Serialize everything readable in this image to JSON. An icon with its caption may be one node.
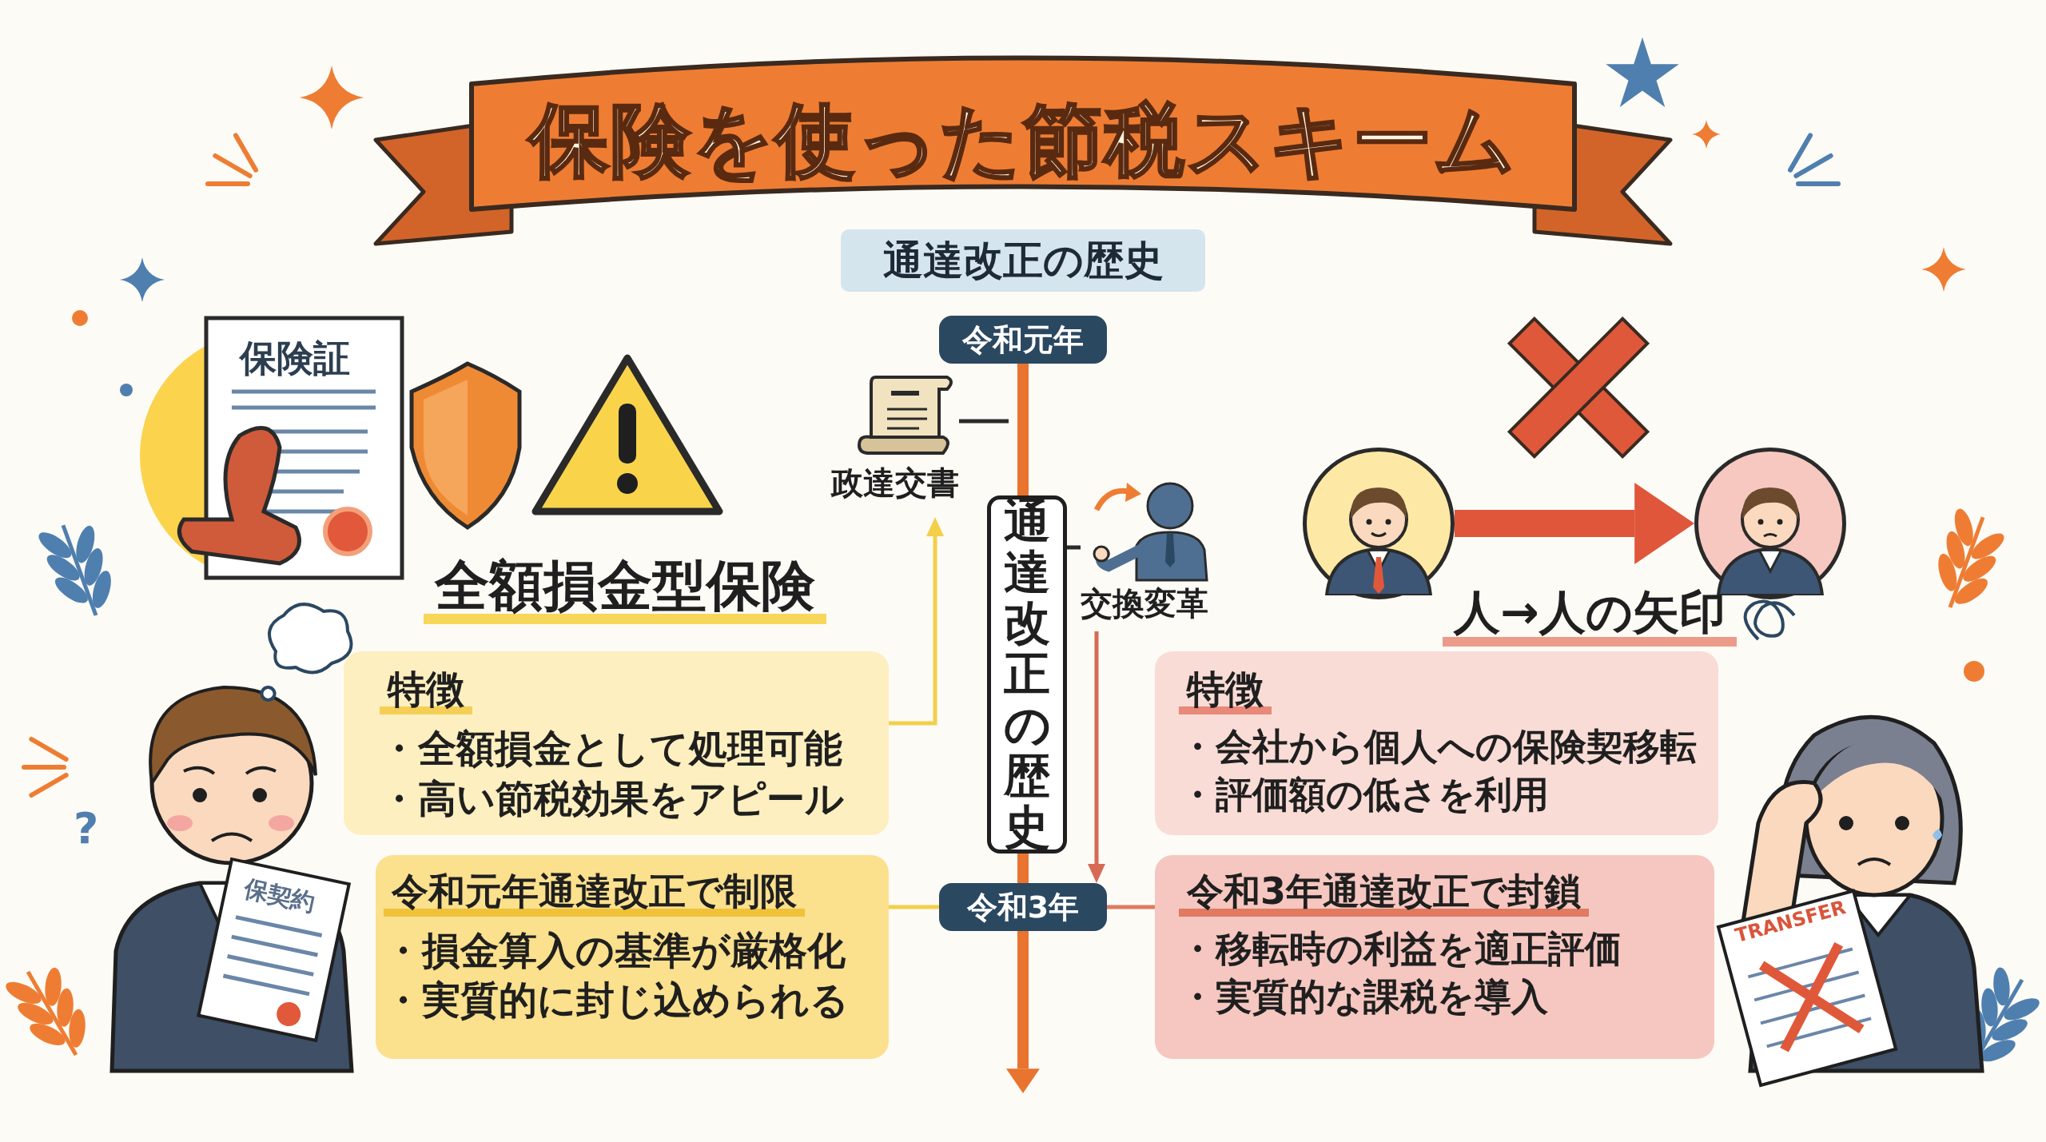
{
  "diagram": {
    "title": "保険を使った節税スキーム",
    "nodes": [
      {
        "text": [
          "通達改正の歴史"
        ]
      },
      {
        "text": [
          "令和元年"
        ]
      },
      {
        "text": [
          "政達交書"
        ]
      },
      {
        "text": [
          "通達改正の歴史"
        ]
      },
      {
        "text": [
          "交換変革"
        ]
      },
      {
        "text": [
          "令和3年"
        ]
      },
      {
        "text": [
          "特徴",
          "・全額損金として処理可能",
          "・高い節税効果をアピール"
        ]
      },
      {
        "text": [
          "令和元年通達改正で制限",
          "・損金算入の基準が厳格化",
          "・実質的に封じ込められる"
        ]
      },
      {
        "text": [
          "特徴",
          "・会社から個人への保険契移転",
          "・評価額の低さを利用"
        ]
      },
      {
        "text": [
          "令和3年通達改正で封鎖",
          "・移転時の利益を適正評価",
          "・実質的な課税を導入"
        ]
      },
      {
        "text": [],
        "shape": "circle"
      },
      {
        "text": [],
        "shape": "circle"
      }
    ],
    "edges": [
      {
        "from": 1,
        "to": 3,
        "arrow": "none",
        "style": "thick",
        "color": "#e8742f"
      },
      {
        "from": 3,
        "to": 5,
        "arrow": "none",
        "style": "thick",
        "color": "#e8742f"
      },
      {
        "from": 5,
        "to": null,
        "arrow": "to",
        "style": "thick",
        "color": "#e8742f"
      },
      {
        "from": 2,
        "to": null,
        "arrow": "none",
        "color": "#2a2a2a"
      },
      {
        "from": 3,
        "to": 4,
        "arrow": "none",
        "color": "#2a2a2a"
      },
      {
        "from": 6,
        "to": 2,
        "arrow": "to",
        "color": "#f3cf4a"
      },
      {
        "from": 4,
        "to": 5,
        "arrow": "to",
        "color": "#d76a55"
      },
      {
        "from": 7,
        "to": 5,
        "arrow": "none",
        "color": "#f3cf4a"
      },
      {
        "from": 5,
        "to": 9,
        "arrow": "none",
        "color": "#e07a60"
      },
      {
        "from": 10,
        "to": 11,
        "arrow": "to",
        "style": "thick",
        "color": "#e0563a"
      }
    ],
    "labels": [
      "全額損金型保険",
      "人→人の矢印",
      "保険証",
      "保契約",
      "TRANSFER",
      "?"
    ]
  }
}
